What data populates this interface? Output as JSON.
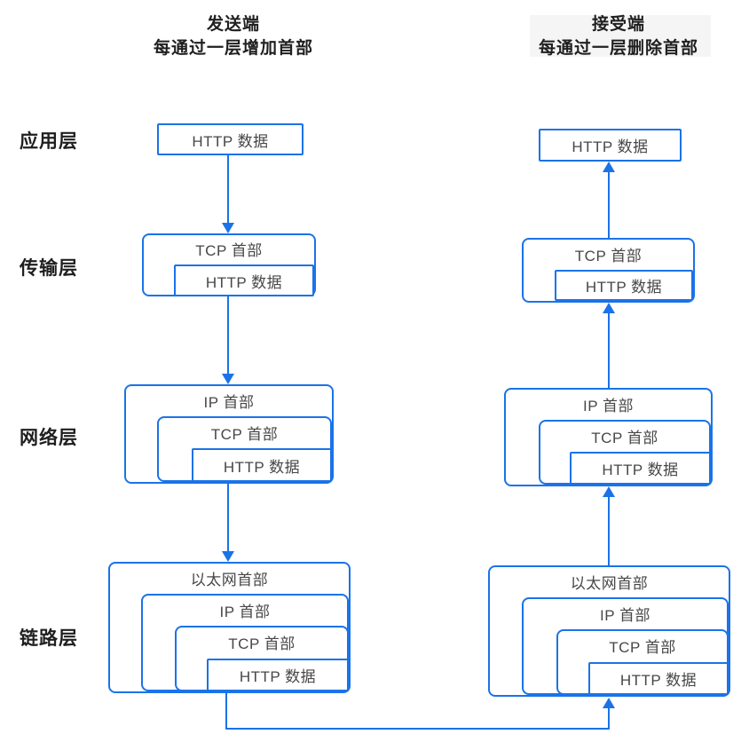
{
  "colors": {
    "accent": "#1a73e8",
    "text": "#474747",
    "heading": "#1f1f1f"
  },
  "headers": {
    "sender": {
      "title": "发送端",
      "subtitle": "每通过一层增加首部"
    },
    "receiver": {
      "title": "接受端",
      "subtitle": "每通过一层删除首部"
    }
  },
  "layers": [
    "应用层",
    "传输层",
    "网络层",
    "链路层"
  ],
  "stacks": {
    "sender": [
      [
        "HTTP 数据"
      ],
      [
        "TCP 首部",
        "HTTP 数据"
      ],
      [
        "IP 首部",
        "TCP 首部",
        "HTTP 数据"
      ],
      [
        "以太网首部",
        "IP 首部",
        "TCP 首部",
        "HTTP 数据"
      ]
    ],
    "receiver": [
      [
        "HTTP 数据"
      ],
      [
        "TCP 首部",
        "HTTP 数据"
      ],
      [
        "IP 首部",
        "TCP 首部",
        "HTTP 数据"
      ],
      [
        "以太网首部",
        "IP 首部",
        "TCP 首部",
        "HTTP 数据"
      ]
    ]
  }
}
